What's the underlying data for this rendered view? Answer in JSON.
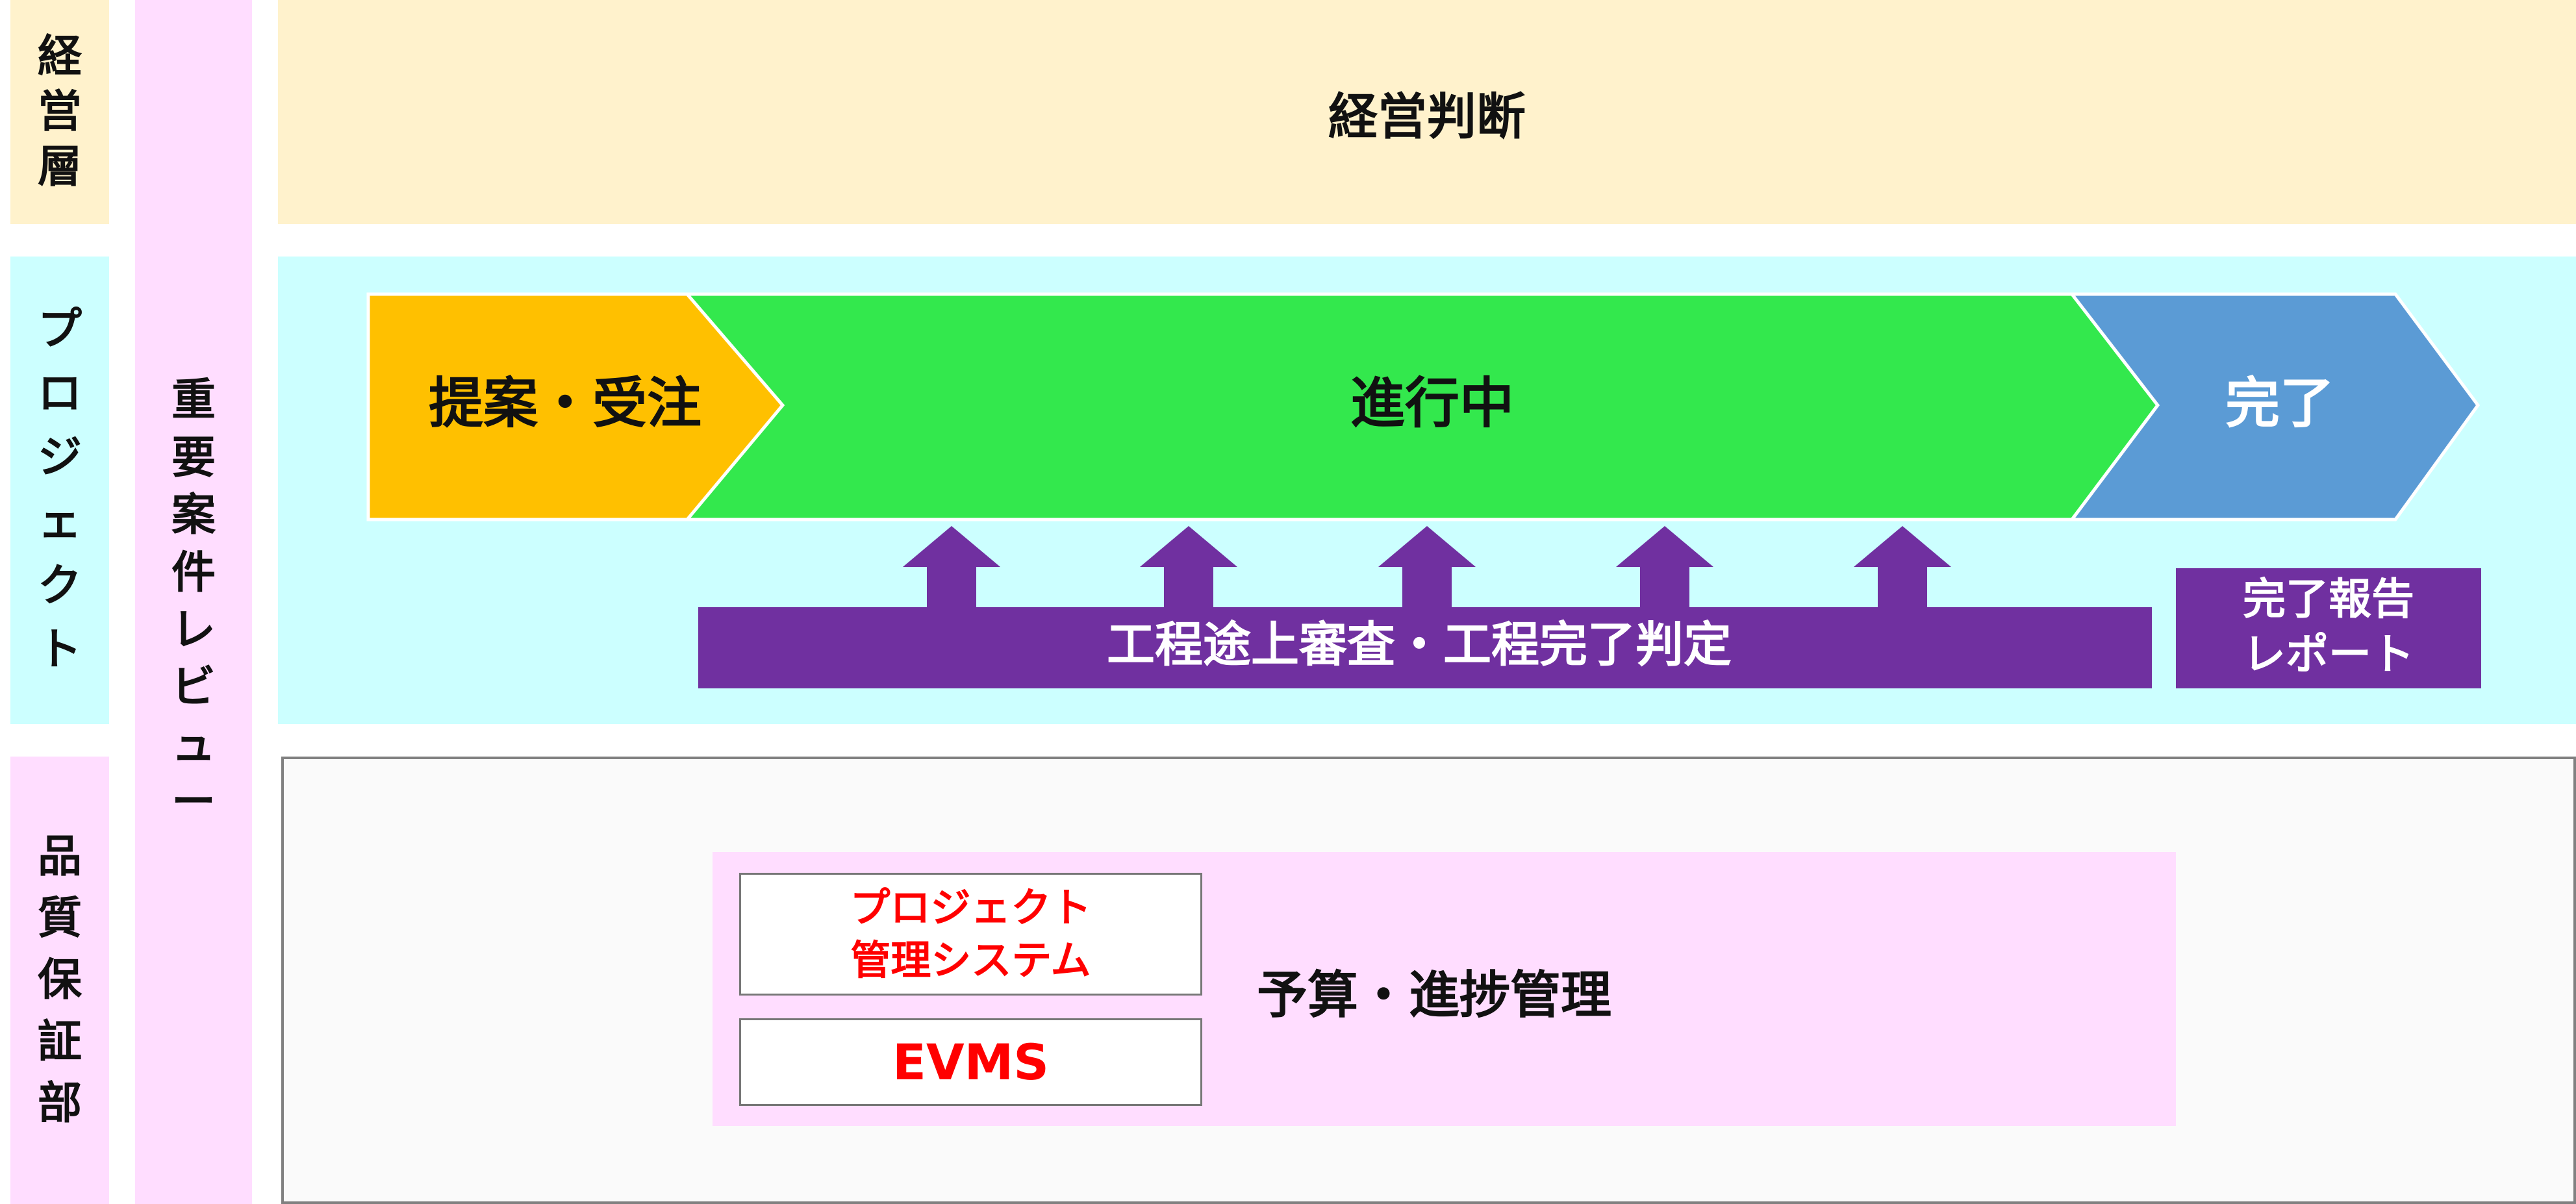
{
  "colors": {
    "management_band": "#FFF2CC",
    "project_band": "#CCFFFF",
    "review_band": "#FFDDFF",
    "qa_band": "#FAFAFA",
    "proposal_stage": "#FFC000",
    "progress_stage": "#33E84D",
    "complete_stage": "#5B9BD5",
    "review_bar": "#7030A0",
    "budget_box": "#FFDDFF",
    "system_text": "#FF0000"
  },
  "rows": {
    "management": {
      "side_label": [
        "経",
        "営",
        "層"
      ],
      "content": "経営判断"
    },
    "project": {
      "side_label": [
        "プ",
        "ロ",
        "ジ",
        "ェ",
        "ク",
        "ト"
      ]
    },
    "qa": {
      "side_label": [
        "品",
        "質",
        "保",
        "証",
        "部"
      ]
    }
  },
  "review_column": {
    "label": [
      "重",
      "要",
      "案",
      "件",
      "レ",
      "ビ",
      "ュ",
      "ー"
    ]
  },
  "stages": [
    {
      "label": "提案・受注"
    },
    {
      "label": "進行中"
    },
    {
      "label": "完了"
    }
  ],
  "review_bar": {
    "label": "工程途上審査・工程完了判定",
    "arrow_count": 5
  },
  "completion_report": {
    "line1": "完了報告",
    "line2": "レポート"
  },
  "qa_box": {
    "system_line1": "プロジェクト",
    "system_line2": "管理システム",
    "evms": "EVMS",
    "label": "予算・進捗管理"
  }
}
